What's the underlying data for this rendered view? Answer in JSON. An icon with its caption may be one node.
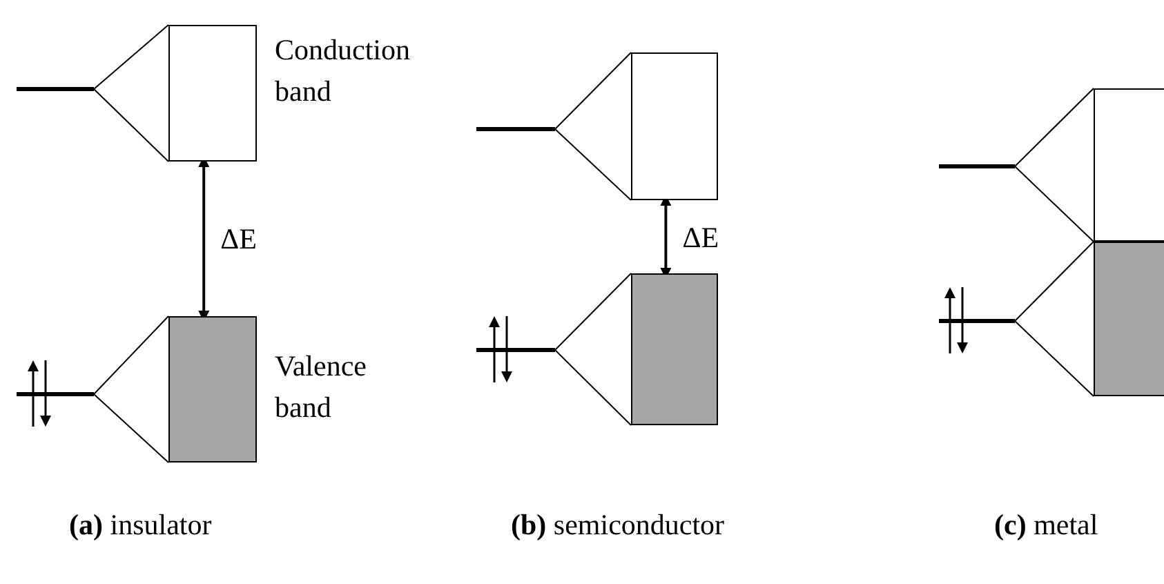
{
  "diagram": {
    "nodes": [
      {
        "text": [],
        "shape": "bar"
      },
      {
        "text": [
          "Conduction band"
        ]
      },
      {
        "text": [],
        "shape": "bar"
      },
      {
        "text": [
          "Valence band"
        ]
      },
      {
        "text": [],
        "shape": "bar"
      },
      {
        "text": [],
        "shape": "box"
      },
      {
        "text": [],
        "shape": "bar"
      },
      {
        "text": [],
        "shape": "box"
      },
      {
        "text": [],
        "shape": "bar"
      },
      {
        "text": [],
        "shape": "box"
      },
      {
        "text": [],
        "shape": "bar"
      },
      {
        "text": [],
        "shape": "box"
      }
    ],
    "edges": [
      {
        "from": 0,
        "to": 1,
        "arrow": "none"
      },
      {
        "from": 1,
        "to": 3,
        "arrow": "both",
        "label": "ΔE"
      },
      {
        "from": 2,
        "to": 3,
        "arrow": "none"
      },
      {
        "from": 4,
        "to": 5,
        "arrow": "none"
      },
      {
        "from": 5,
        "to": 7,
        "arrow": "both",
        "label": "ΔE"
      },
      {
        "from": 6,
        "to": 7,
        "arrow": "none"
      },
      {
        "from": 8,
        "to": 9,
        "arrow": "none"
      },
      {
        "from": 10,
        "to": 11,
        "arrow": "none"
      }
    ],
    "labels": [
      "**(a)** insulator",
      "**(b)** semiconductor",
      "**(c)** metal"
    ]
  }
}
